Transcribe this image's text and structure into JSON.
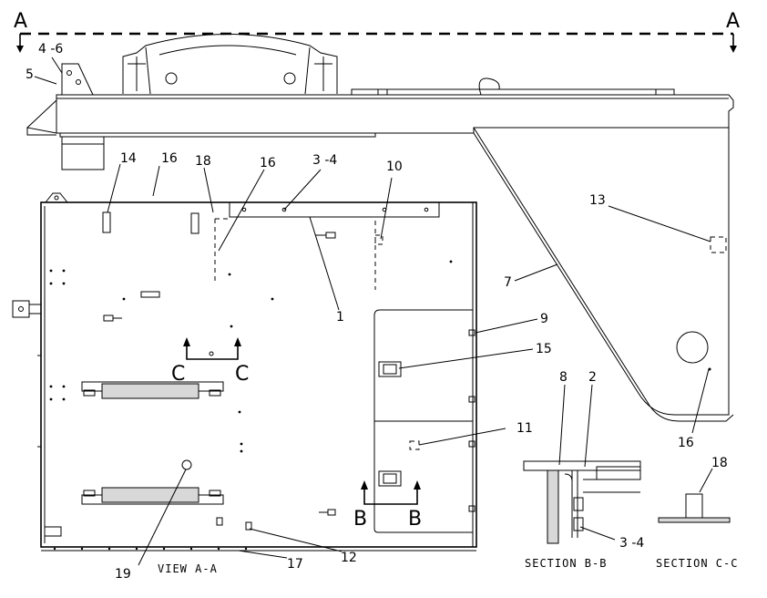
{
  "section_markers": {
    "a_left": "A",
    "a_right": "A",
    "b_left": "B",
    "b_right": "B",
    "c_left": "C",
    "c_right": "C"
  },
  "callouts": {
    "c4_6": "4 -6",
    "c5": "5",
    "c14": "14",
    "c16_top": "16",
    "c18_top": "18",
    "c16_mid": "16",
    "c3_4_top": "3 -4",
    "c10": "10",
    "c1": "1",
    "c13": "13",
    "c7": "7",
    "c9": "9",
    "c15": "15",
    "c11": "11",
    "c16_right": "16",
    "c8": "8",
    "c2": "2",
    "c3_4_bottom": "3 -4",
    "c12": "12",
    "c17": "17",
    "c19": "19",
    "c18_right": "18"
  },
  "captions": {
    "view_a": "VIEW A-A",
    "section_b": "SECTION B-B",
    "section_c": "SECTION C-C"
  }
}
